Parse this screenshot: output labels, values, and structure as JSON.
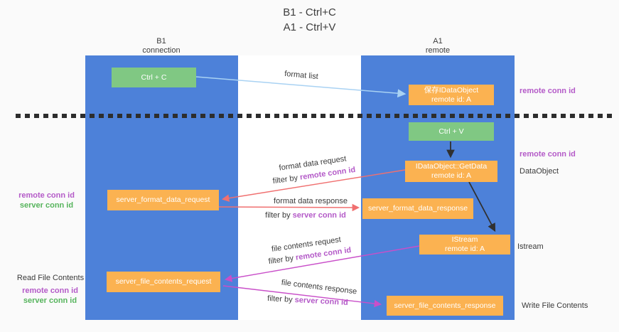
{
  "palette": {
    "lifeline_blue": "#4d81d9",
    "box_orange": "#fbb251",
    "box_green": "#80c883",
    "id_purple": "#b45ac8",
    "id_green": "#56b45c",
    "arrow_red": "#f07070",
    "arrow_magenta": "#c94fc9",
    "arrow_lightblue": "#a9d2f3",
    "arrow_black": "#303030",
    "text_dark": "#3a3a3a"
  },
  "title": {
    "line1": "B1 - Ctrl+C",
    "line2": "A1 - Ctrl+V"
  },
  "lifelines": {
    "left": {
      "line1": "B1",
      "line2": "connection"
    },
    "right": {
      "line1": "A1",
      "line2": "remote"
    }
  },
  "boxes": {
    "ctrl_c": {
      "label": "Ctrl + C"
    },
    "save_idataobject": {
      "line1": "保存IDataObject",
      "line2": "remote id: A"
    },
    "ctrl_v": {
      "label": "Ctrl + V"
    },
    "getdata": {
      "line1": "IDataObject::GetData",
      "line2": "remote id: A"
    },
    "format_request": {
      "label": "server_format_data_request"
    },
    "format_response": {
      "label": "server_format_data_response"
    },
    "istream": {
      "line1": "IStream",
      "line2": "remote id: A"
    },
    "file_request": {
      "label": "server_file_contents_request"
    },
    "file_response": {
      "label": "server_file_contents_response"
    }
  },
  "arrows": {
    "format_list": {
      "label": "format list"
    },
    "format_data_request": {
      "label": "format data request",
      "filter_prefix": "filter by ",
      "filter_id": "remote conn id"
    },
    "format_data_response": {
      "label": "format data response",
      "filter_prefix": "filter by ",
      "filter_id": "server conn id"
    },
    "file_contents_request": {
      "label": "file contents request",
      "filter_prefix": "filter by ",
      "filter_id": "remote conn id"
    },
    "file_contents_response": {
      "label": "file contents response",
      "filter_prefix": "filter by ",
      "filter_id": "server conn id"
    }
  },
  "annotations": {
    "right_remote_conn_id_top": "remote conn id",
    "right_remote_conn_id_mid": "remote conn id",
    "right_dataobject": "DataObject",
    "right_istream": "Istream",
    "right_write_file_contents": "Write File Contents",
    "left_remote_conn_id_top": "remote conn id",
    "left_server_conn_id_top": "server conn id",
    "left_read_file_contents": "Read File Contents",
    "left_remote_conn_id_bottom": "remote conn id",
    "left_server_conn_id_bottom": "server conn id"
  }
}
